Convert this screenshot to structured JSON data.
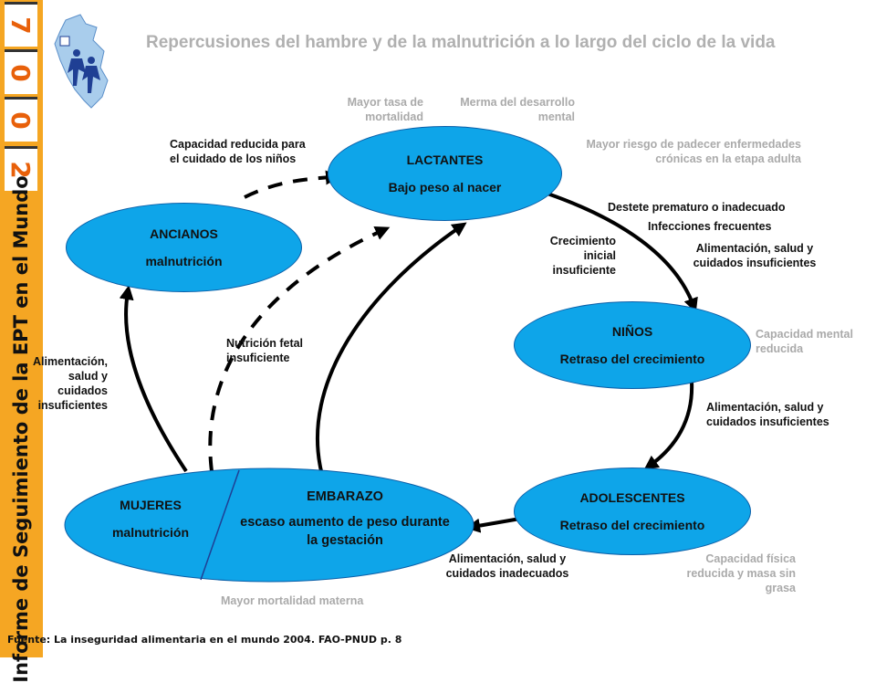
{
  "sidebar": {
    "year_digits": [
      "7",
      "0",
      "0",
      "2"
    ],
    "vertical_title": "Informe de Seguimiento de la EPT en el Mundo",
    "logo_icon": "peru-map-children-logo-icon"
  },
  "title": "Repercusiones del hambre y de la malnutrición a lo largo del ciclo de la vida",
  "colors": {
    "node_fill": "#0ea5e9",
    "node_border": "#0b5fa8",
    "sidebar": "#f5a623",
    "year_digit": "#e8600a",
    "muted_text": "#aaaaaa",
    "arrow": "#000000"
  },
  "nodes": {
    "lactantes": {
      "line1": "LACTANTES",
      "line2": "Bajo peso al nacer"
    },
    "ancianos": {
      "line1": "ANCIANOS",
      "line2": "malnutrición"
    },
    "ninos": {
      "line1": "NIÑOS",
      "line2": "Retraso del crecimiento"
    },
    "adolescentes": {
      "line1": "ADOLESCENTES",
      "line2": "Retraso del crecimiento"
    },
    "mujeres": {
      "line1": "MUJERES",
      "line2": "malnutrición"
    },
    "embarazo": {
      "line1": "EMBARAZO",
      "line2": "escaso aumento de peso durante la gestación"
    }
  },
  "labels": {
    "mortalidad": "Mayor tasa de mortalidad",
    "merma": "Merma del desarrollo mental",
    "riesgo": "Mayor riesgo de padecer enfermedades crónicas en la etapa adulta",
    "capacidad_cuidado": "Capacidad reducida para el cuidado de los niños",
    "destete": "Destete prematuro o inadecuado",
    "infecciones": "Infecciones frecuentes",
    "alim_lactantes": "Alimentación, salud y cuidados insuficientes",
    "crecimiento": "Crecimiento inicial insuficiente",
    "capacidad_mental": "Capacidad mental reducida",
    "alim_ninos": "Alimentación, salud y cuidados insuficientes",
    "alim_ancianos": "Alimentación, salud y cuidados insuficientes",
    "nutricion_fetal": "Nutrición fetal insuficiente",
    "alim_adolescentes": "Alimentación, salud y cuidados inadecuados",
    "capacidad_fisica": "Capacidad física reducida y masa sin grasa",
    "mortalidad_materna": "Mayor mortalidad materna"
  },
  "source": "Fuente: La inseguridad alimentaria en el mundo 2004. FAO-PNUD p. 8"
}
